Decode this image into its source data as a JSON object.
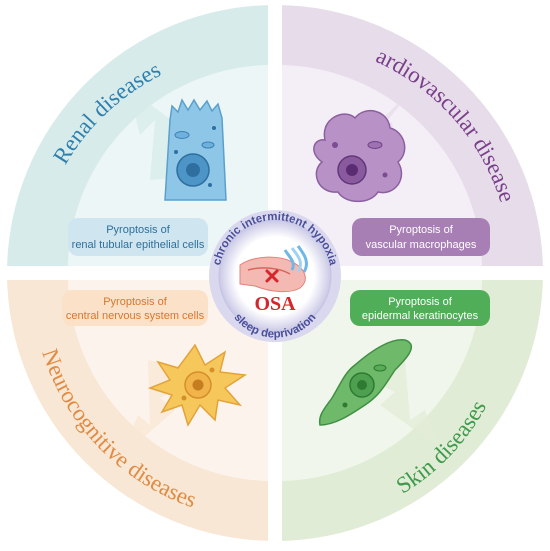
{
  "quadrants": {
    "renal": {
      "label": "Renal diseases",
      "color": "#2f7fae",
      "tint": "#d7ecea"
    },
    "cardio": {
      "label": "Cardiovascular diseases",
      "color": "#7a3f8a",
      "tint": "#e7dcea"
    },
    "neuro": {
      "label": "Neurocognitive diseases",
      "color": "#e08a42",
      "tint": "#f8e7d4"
    },
    "skin": {
      "label": "Skin diseases",
      "color": "#3f9a4b",
      "tint": "#e1ecd6"
    }
  },
  "pills": {
    "renal": {
      "line1": "Pyroptosis of",
      "line2": "renal tubular epithelial cells",
      "color": "#2f6f9a",
      "fill": "#cfe6f1"
    },
    "cardio": {
      "line1": "Pyroptosis of",
      "line2": "vascular macrophages",
      "color": "#ffffff",
      "fill": "#a77fb5"
    },
    "neuro": {
      "line1": "Pyroptosis of",
      "line2": "central nervous system cells",
      "color": "#d8762e",
      "fill": "#fbe1c8"
    },
    "skin": {
      "line1": "Pyroptosis of",
      "line2": "epidermal keratinocytes",
      "color": "#ffffff",
      "fill": "#4fae57"
    }
  },
  "center": {
    "title": "OSA",
    "arc_top": "chronic intermittent hypoxia",
    "arc_bottom": "sleep deprivation",
    "title_color": "#d6262b"
  }
}
